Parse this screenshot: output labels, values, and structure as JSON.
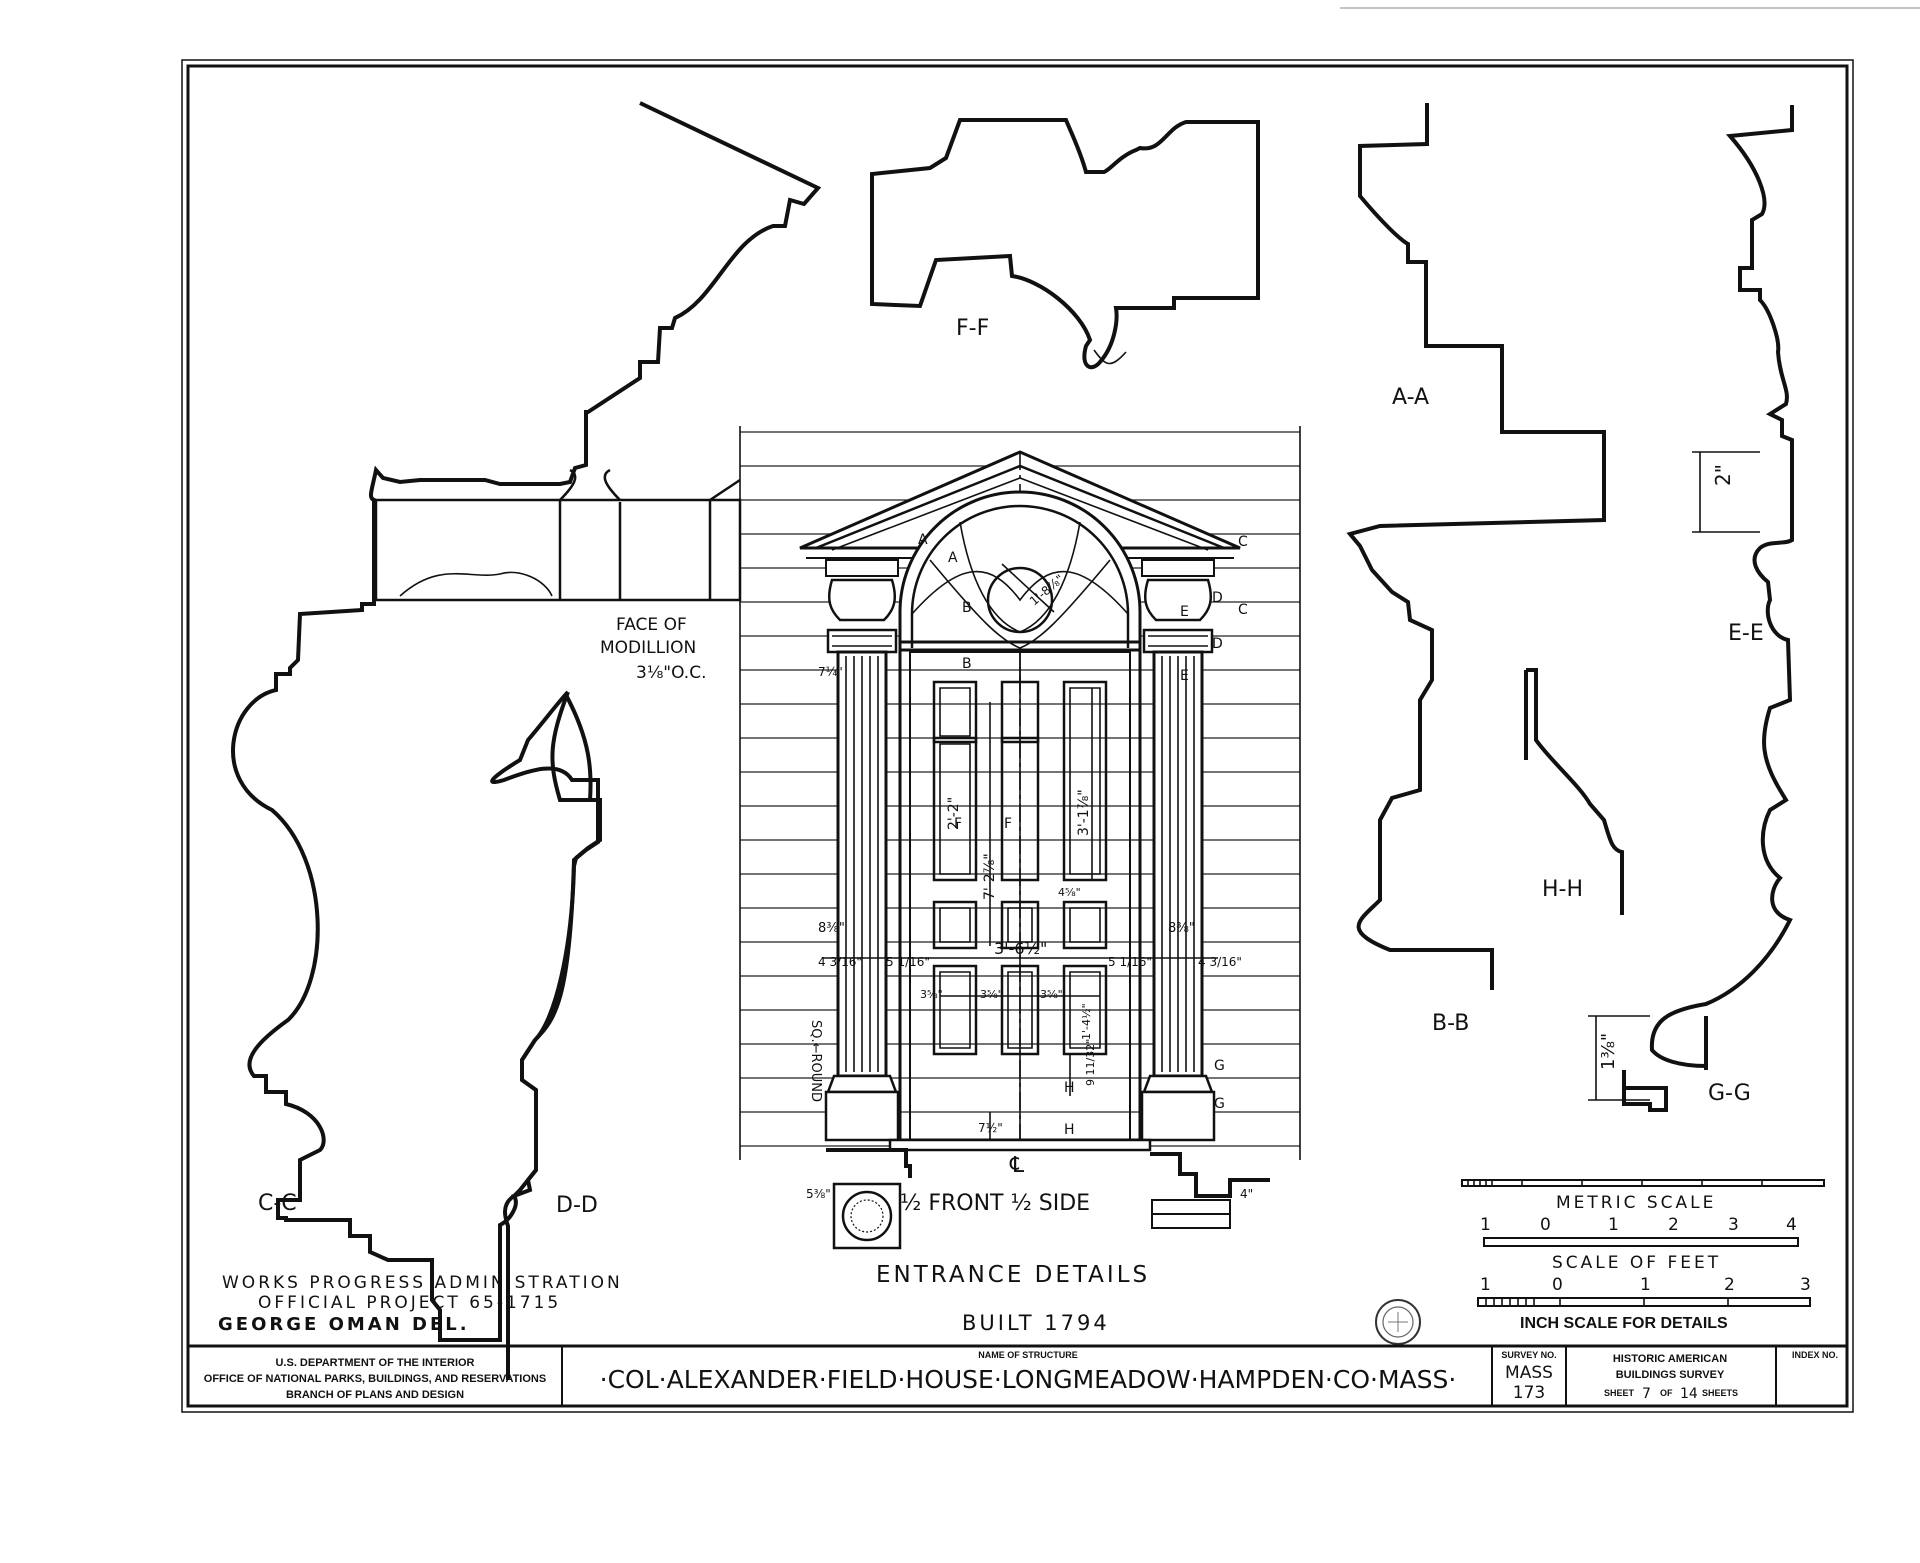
{
  "section_labels": {
    "aa": "A-A",
    "bb": "B-B",
    "cc": "C-C",
    "dd": "D-D",
    "ee": "E-E",
    "ff": "F-F",
    "gg": "G-G",
    "hh": "H-H"
  },
  "modillion_note": {
    "line1": "FACE OF",
    "line2": "MODILLION",
    "line3": "3⅛\"O.C."
  },
  "elevation": {
    "front_side": "½ FRONT ½ SIDE",
    "centerline": "℄",
    "round_note": "SQ.←ROUND",
    "dims": {
      "overall_width": "3'-6½\"",
      "door_height": "7'-2⅞\"",
      "panel_a": "2'-2\"",
      "panel_b": "3'-1⅞\"",
      "left_a": "8⅜\"",
      "right_a": "8⅜\"",
      "left_b": "4 3/16\"",
      "right_b": "4 3/16\"",
      "left_c": "5 1/16\"",
      "right_c": "5 1/16\"",
      "cap_left": "7¼\"",
      "arch_radius": "1'-8⅞\"",
      "sill": "7½\"",
      "base_left": "5⅜\"",
      "base_right": "4\"",
      "mid_a": "4⅝\"",
      "mid_b": "3⅝\"",
      "mid_c": "3⅝\"",
      "mid_d": "3⅝\"",
      "rail_a": "1'-4½\"",
      "rail_b": "9 11/32\""
    },
    "cut_marks": [
      "A",
      "A",
      "B",
      "B",
      "C",
      "C",
      "D",
      "D",
      "E",
      "E",
      "F",
      "F",
      "G",
      "G",
      "H",
      "H"
    ]
  },
  "profile_dims": {
    "ee": "2\"",
    "gg": "1⅜\""
  },
  "scales": {
    "metric_title": "METRIC SCALE",
    "metric_ticks": [
      "1",
      "0",
      "1",
      "2",
      "3",
      "4"
    ],
    "feet_title": "SCALE OF FEET",
    "feet_ticks": [
      "1",
      "0",
      "1",
      "2",
      "3"
    ],
    "inch_title": "INCH SCALE FOR DETAILS"
  },
  "credits": {
    "agency": "WORKS PROGRESS ADMINISTRATION",
    "project": "OFFICIAL PROJECT 65-1715",
    "delineator": "GEORGE OMAN DEL."
  },
  "drawing_title": "ENTRANCE DETAILS",
  "built": "BUILT 1794",
  "title_block": {
    "dept_line1": "U.S. DEPARTMENT OF THE INTERIOR",
    "dept_line2": "OFFICE OF NATIONAL PARKS, BUILDINGS, AND RESERVATIONS",
    "dept_line3": "BRANCH OF PLANS AND DESIGN",
    "name_label": "NAME OF STRUCTURE",
    "structure_name": "·COL·ALEXANDER·FIELD·HOUSE·LONGMEADOW·HAMPDEN·CO·MASS·",
    "survey_label": "SURVEY NO.",
    "survey_state": "MASS",
    "survey_number": "173",
    "habs_line1": "HISTORIC AMERICAN",
    "habs_line2": "BUILDINGS SURVEY",
    "sheet_word": "SHEET",
    "sheet_no": "7",
    "of_word": "OF",
    "sheet_total": "14",
    "sheets_word": "SHEETS",
    "index_label": "INDEX NO."
  }
}
